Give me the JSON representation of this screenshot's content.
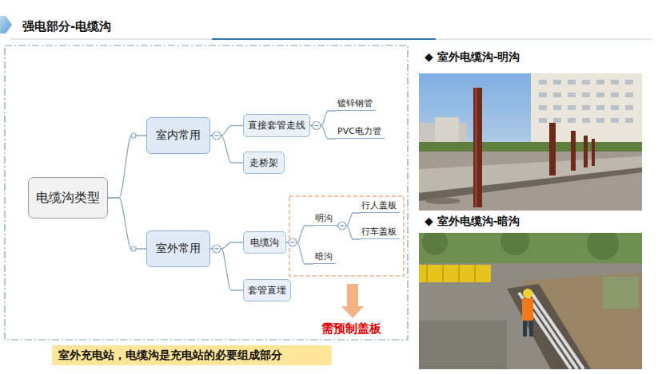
{
  "diagram": {
    "title": "强电部分-电缆沟",
    "nodes": [
      {
        "text": [
          "电缆沟类型"
        ]
      },
      {
        "text": [
          "室内常用"
        ]
      },
      {
        "text": [
          "直接套管走线"
        ]
      },
      {
        "text": [
          "镀锌钢管"
        ]
      },
      {
        "text": [
          "PVC电力管"
        ]
      },
      {
        "text": [
          "走桥架"
        ]
      },
      {
        "text": [
          "室外常用"
        ]
      },
      {
        "text": [
          "电缆沟"
        ]
      },
      {
        "text": [
          "明沟"
        ]
      },
      {
        "text": [
          "行人盖板"
        ]
      },
      {
        "text": [
          "行车盖板"
        ]
      },
      {
        "text": [
          "暗沟"
        ]
      },
      {
        "text": [
          "套管直埋"
        ]
      },
      {
        "text": [
          "室外充电站，电缆沟是充电站的必要组成部分"
        ]
      }
    ],
    "edges": [
      {
        "from": 0,
        "to": 1,
        "arrow": "none"
      },
      {
        "from": 0,
        "to": 6,
        "arrow": "none"
      },
      {
        "from": 1,
        "to": 2,
        "arrow": "none"
      },
      {
        "from": 1,
        "to": 5,
        "arrow": "none"
      },
      {
        "from": 2,
        "to": 3,
        "arrow": "none"
      },
      {
        "from": 2,
        "to": 4,
        "arrow": "none"
      },
      {
        "from": 6,
        "to": 7,
        "arrow": "none"
      },
      {
        "from": 6,
        "to": 12,
        "arrow": "none"
      },
      {
        "from": 7,
        "to": 8,
        "arrow": "none"
      },
      {
        "from": 7,
        "to": 11,
        "arrow": "none"
      },
      {
        "from": 8,
        "to": 9,
        "arrow": "none"
      },
      {
        "from": 8,
        "to": 10,
        "arrow": "none"
      }
    ],
    "labels": [
      "需预制盖板",
      "◆ 室外电缆沟-明沟",
      "◆ 室外电缆沟-暗沟"
    ]
  }
}
